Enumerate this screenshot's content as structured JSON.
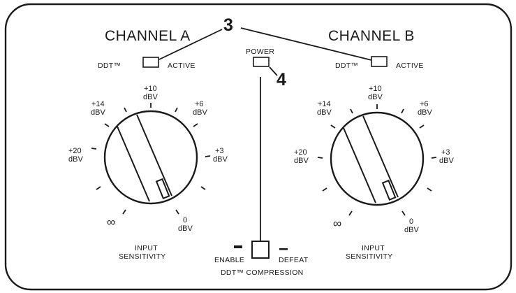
{
  "channel_a": {
    "title": "CHANNEL A",
    "ddt_label": "DDT™",
    "active_label": "ACTIVE",
    "sensitivity_label_1": "INPUT",
    "sensitivity_label_2": "SENSITIVITY",
    "dial_labels": [
      {
        "top": "+10",
        "bottom": "dBV"
      },
      {
        "top": "+14",
        "bottom": "dBV"
      },
      {
        "top": "+6",
        "bottom": "dBV"
      },
      {
        "top": "+20",
        "bottom": "dBV"
      },
      {
        "top": "+3",
        "bottom": "dBV"
      },
      {
        "top": "∞",
        "bottom": ""
      },
      {
        "top": "0",
        "bottom": "dBV"
      }
    ]
  },
  "channel_b": {
    "title": "CHANNEL B",
    "ddt_label": "DDT™",
    "active_label": "ACTIVE",
    "sensitivity_label_1": "INPUT",
    "sensitivity_label_2": "SENSITIVITY",
    "dial_labels": [
      {
        "top": "+10",
        "bottom": "dBV"
      },
      {
        "top": "+14",
        "bottom": "dBV"
      },
      {
        "top": "+6",
        "bottom": "dBV"
      },
      {
        "top": "+20",
        "bottom": "dBV"
      },
      {
        "top": "+3",
        "bottom": "dBV"
      },
      {
        "top": "∞",
        "bottom": ""
      },
      {
        "top": "0",
        "bottom": "dBV"
      }
    ]
  },
  "power": {
    "label": "POWER"
  },
  "compression": {
    "enable_label": "ENABLE",
    "defeat_label": "DEFEAT",
    "title": "DDT™ COMPRESSION"
  },
  "callouts": {
    "ddt_active": "3",
    "power": "4"
  }
}
